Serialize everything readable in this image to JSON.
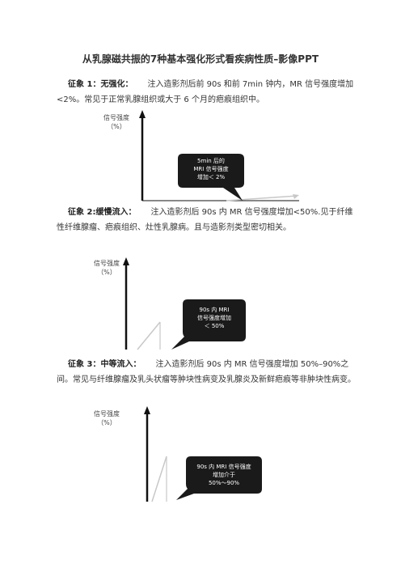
{
  "title": "从乳腺磁共振的7种基本强化形式看疾病性质–影像PPT",
  "sign1": {
    "label": "征象 1：无强化：",
    "text": "注入造影剂后前 90s 和前 7min 钟内，MR 信号强度增加<2%。常见于正常乳腺组织或大于 6 个月的疤痕组织中。",
    "figure": {
      "ylabel_line1": "信号强度",
      "ylabel_line2": "（%）",
      "callout_line1": "5min 后的",
      "callout_line2": "MRI 信号强度",
      "callout_line3": "增加＜ 2%"
    }
  },
  "sign2": {
    "label": "征象 2:缓慢流入：",
    "text": "注入造影剂后 90s 内 MR 信号强度增加<50%.见于纤维性纤维腺瘤、疤痕组织、灶性乳腺病。且与造影剂类型密切相关。",
    "figure": {
      "ylabel_line1": "信号强度",
      "ylabel_line2": "（%）",
      "callout_line1": "90s 内 MRI",
      "callout_line2": "信号强度增加",
      "callout_line3": "＜ 50%"
    }
  },
  "sign3": {
    "label": "征象 3：中等流入：",
    "text": "注入造影剂后 90s 内 MR 信号强度增加 50%–90%之间。常见与纤维腺瘤及乳头状瘤等肿块性病变及乳腺炎及新鲜疤痕等非肿块性病变。",
    "figure": {
      "ylabel_line1": "信号强度",
      "ylabel_line2": "（%）",
      "callout_line1": "90s 内 MRI 信号强度",
      "callout_line2": "增加介于",
      "callout_line3": "50%～90%"
    }
  },
  "colors": {
    "axis": "#111111",
    "curve": "#c8c8c8",
    "callout": "#1a1a1a"
  }
}
